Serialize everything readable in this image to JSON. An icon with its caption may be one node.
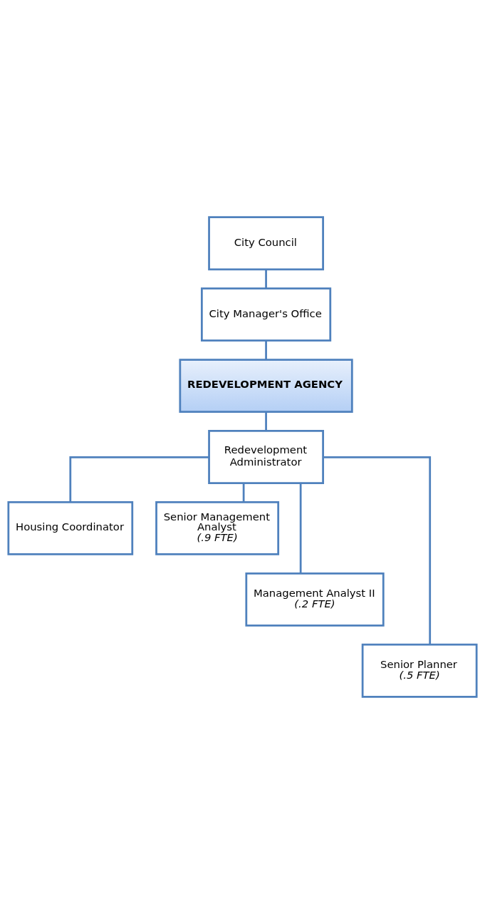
{
  "diagram": {
    "nodes": [
      {
        "text": [
          "City Council"
        ]
      },
      {
        "text": [
          "City Manager's Office"
        ]
      },
      {
        "text": [
          "REDEVELOPMENT AGENCY"
        ]
      },
      {
        "text": [
          "Redevelopment Administrator"
        ]
      },
      {
        "text": [
          "Housing Coordinator"
        ]
      },
      {
        "text": [
          "Senior Management Analyst",
          "(.9 FTE)"
        ]
      },
      {
        "text": [
          "Management Analyst II",
          "(.2 FTE)"
        ]
      },
      {
        "text": [
          "Senior Planner",
          "(.5 FTE)"
        ]
      }
    ],
    "edges": [
      {
        "from": 0,
        "to": 1,
        "arrow": "none"
      },
      {
        "from": 1,
        "to": 2,
        "arrow": "none"
      },
      {
        "from": 2,
        "to": 3,
        "arrow": "none"
      },
      {
        "from": 3,
        "to": 4,
        "arrow": "none"
      },
      {
        "from": 3,
        "to": 5,
        "arrow": "none"
      },
      {
        "from": 3,
        "to": 6,
        "arrow": "none"
      },
      {
        "from": 3,
        "to": 7,
        "arrow": "none"
      }
    ]
  }
}
